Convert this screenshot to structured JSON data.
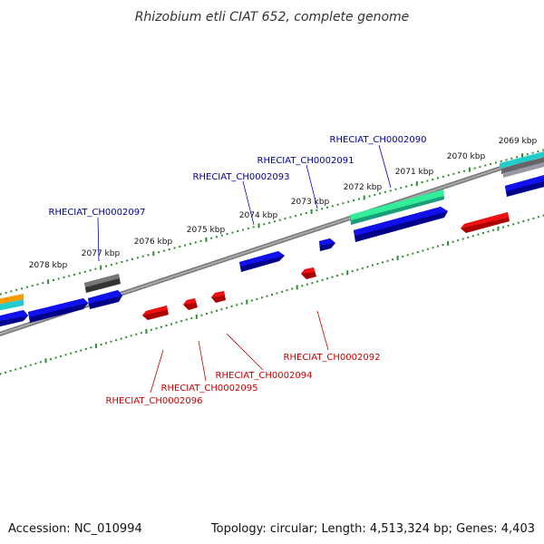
{
  "title": "Rhizobium etli CIAT 652, complete genome",
  "footer": {
    "accession": "Accession: NC_010994",
    "summary": "Topology: circular; Length: 4,513,324 bp; Genes: 4,403"
  },
  "colors": {
    "forward_gene": "#0000ee",
    "reverse_gene": "#ee0000",
    "forward_label": "#000099",
    "reverse_label": "#cc0000",
    "ruler_ticks": "#2e8b2e",
    "backbone": "#888888",
    "pseudo_gene": "#666666",
    "rna_gene": "#33ee99",
    "other_orange": "#ff9900",
    "other_cyan": "#22cccc"
  },
  "scale_labels": [
    "2069 kbp",
    "2070 kbp",
    "2071 kbp",
    "2072 kbp",
    "2073 kbp",
    "2074 kbp",
    "2075 kbp",
    "2076 kbp",
    "2077 kbp",
    "2078 kbp"
  ],
  "forward_labels": [
    "RHECIAT_CH0002090",
    "RHECIAT_CH0002091",
    "RHECIAT_CH0002093",
    "RHECIAT_CH0002097"
  ],
  "reverse_labels": [
    "RHECIAT_CH0002092",
    "RHECIAT_CH0002094",
    "RHECIAT_CH0002095",
    "RHECIAT_CH0002096"
  ]
}
